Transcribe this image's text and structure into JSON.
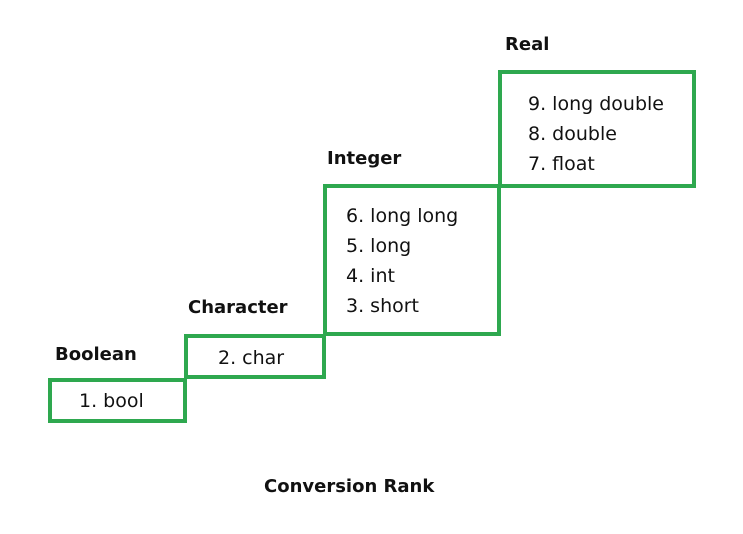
{
  "diagram": {
    "title": "Conversion Rank",
    "accent_color": "#2ea84f",
    "categories": [
      {
        "label": "Boolean",
        "items": [
          "1. bool"
        ]
      },
      {
        "label": "Character",
        "items": [
          "2. char"
        ]
      },
      {
        "label": "Integer",
        "items": [
          "6. long long",
          "5. long",
          "4. int",
          "3. short"
        ]
      },
      {
        "label": "Real",
        "items": [
          "9. long double",
          "8. double",
          "7. float"
        ]
      }
    ]
  }
}
